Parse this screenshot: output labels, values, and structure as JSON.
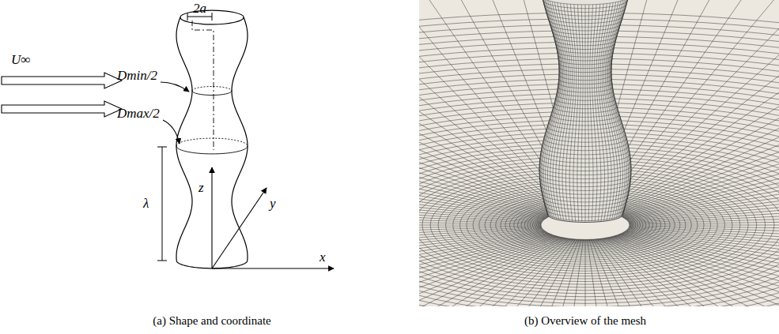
{
  "diagram": {
    "labels": [
      "2a",
      "Dmin/2",
      "Dmax/2",
      "U∞",
      "λ",
      "z",
      "y",
      "x",
      "(a) Shape and coordinate",
      "(b) Overview of the mesh"
    ]
  }
}
